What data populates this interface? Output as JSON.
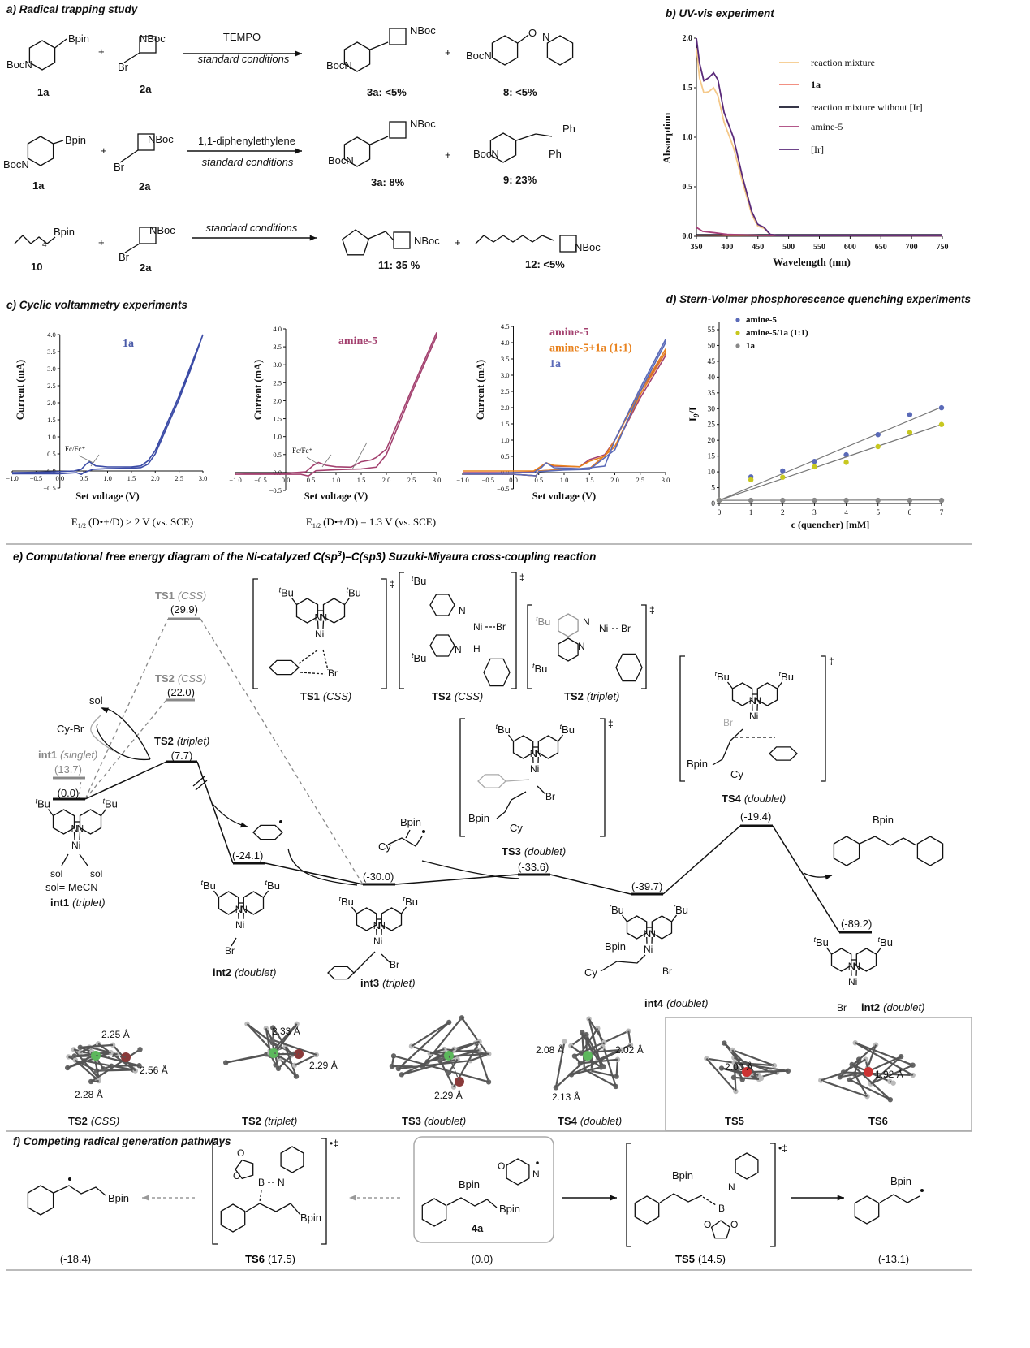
{
  "common": {
    "t": "t",
    "bu": "Bu",
    "n": "N",
    "ni": "Ni",
    "br": "Br",
    "bpin": "Bpin",
    "cy": "Cy",
    "plus": "+",
    "dagger": "‡",
    "rad_dagger": "•‡",
    "o": "O",
    "b": "B",
    "h": "H"
  },
  "a": {
    "title": "a) Radical trapping study",
    "rows": [
      {
        "sm1": "1a",
        "sm2": "2a",
        "reagent": "TEMPO",
        "conditions": "standard conditions",
        "p1": "3a: <5%",
        "p2": "8: <5%"
      },
      {
        "sm1": "1a",
        "sm2": "2a",
        "reagent": "1,1-diphenylethylene",
        "conditions": "standard conditions",
        "p1": "3a: 8%",
        "p2": "9: 23%"
      },
      {
        "sm1": "10",
        "sm2": "2a",
        "conditions": "standard conditions",
        "p1": "11: 35 %",
        "p2": "12: <5%"
      }
    ],
    "atoms": {
      "bocn": "BocN",
      "nboc": "NBoc",
      "bpin": "Bpin",
      "br": "Br",
      "o": "O",
      "n": "N",
      "ph": "Ph",
      "chain_n": "4"
    }
  },
  "b": {
    "title": "b) UV-vis experiment"
  },
  "c": {
    "title": "c) Cyclic voltammetry experiments",
    "fc_label": "Fc/Fc⁺",
    "e1": {
      "e": "E",
      "sub": "1/2",
      "rest": "(D•+/D) > 2 V (vs. SCE)"
    },
    "e2": {
      "e": "E",
      "sub": "1/2",
      "rest": "(D•+/D) = 1.3 V (vs. SCE)"
    }
  },
  "d": {
    "title": "d) Stern-Volmer phosphorescence quenching experiments"
  },
  "e": {
    "title_a": "e) Computational free energy diagram of the Ni-catalyzed C(sp",
    "title_sup": "3",
    "title_b": ")–C(sp3) Suzuki-Miyaura cross-coupling reaction",
    "levels": {
      "int1s": {
        "name": "int1",
        "state": "(singlet)",
        "value": "(13.7)"
      },
      "int1t": {
        "value": "(0.0)"
      },
      "ts1": {
        "name": "TS1",
        "state": "(CSS)",
        "value": "(29.9)"
      },
      "ts2css": {
        "name": "TS2",
        "state": "(CSS)",
        "value": "(22.0)"
      },
      "ts2t": {
        "name": "TS2",
        "state": "(triplet)",
        "value": "(7.7)"
      },
      "int2": {
        "value": "(-24.1)"
      },
      "int3": {
        "value": "(-30.0)"
      },
      "ts3": {
        "value": "(-33.6)"
      },
      "int4": {
        "value": "(-39.7)"
      },
      "ts4": {
        "value": "(-19.4)"
      },
      "int2b": {
        "value": "(-89.2)"
      }
    },
    "labels": {
      "sol": "sol",
      "cybr": "Cy-Br",
      "solvent": "sol= MeCN"
    },
    "structures": {
      "int1": {
        "name": "int1",
        "state": "(triplet)"
      },
      "int2": {
        "name": "int2",
        "state": "(doublet)"
      },
      "int3": {
        "name": "int3",
        "state": "(triplet)"
      },
      "int4": {
        "name": "int4",
        "state": "(doublet)"
      },
      "int2b": {
        "name": "int2",
        "state": "(doublet)"
      },
      "ts1": {
        "name": "TS1",
        "state": "(CSS)"
      },
      "ts2css": {
        "name": "TS2",
        "state": "(CSS)"
      },
      "ts2t": {
        "name": "TS2",
        "state": "(triplet)"
      },
      "ts3": {
        "name": "TS3",
        "state": "(doublet)"
      },
      "ts4": {
        "name": "TS4",
        "state": "(doublet)"
      }
    },
    "models": [
      {
        "name": "TS2",
        "state": "(CSS)",
        "distances": [
          "2.25 Å",
          "2.56 Å",
          "2.28 Å"
        ]
      },
      {
        "name": "TS2",
        "state": "(triplet)",
        "distances": [
          "2.33 Å",
          "2.29 Å"
        ]
      },
      {
        "name": "TS3",
        "state": "(doublet)",
        "distances": [
          "2.29 Å"
        ]
      },
      {
        "name": "TS4",
        "state": "(doublet)",
        "distances": [
          "2.08 Å",
          "2.02 Å",
          "2.13 Å"
        ]
      },
      {
        "name": "TS5",
        "state": "",
        "distances": [
          "2.00 Å"
        ]
      },
      {
        "name": "TS6",
        "state": "",
        "distances": [
          "1.92 Å"
        ]
      }
    ]
  },
  "f": {
    "title": "f) Competing radical generation pathways",
    "items": {
      "left": {
        "value": "(-18.4)"
      },
      "ts6": {
        "name": "TS6",
        "value": "(17.5)"
      },
      "sm": {
        "name": "4a",
        "value": "(0.0)"
      },
      "ts5": {
        "name": "TS5",
        "value": "(14.5)"
      },
      "right": {
        "value": "(-13.1)"
      }
    }
  },
  "chart_data": [
    {
      "id": "uv-vis",
      "type": "line",
      "title": "b) UV-vis experiment",
      "xlabel": "Wavelength (nm)",
      "ylabel": "Absorption",
      "xlim": [
        350,
        750
      ],
      "ylim": [
        0,
        2.0
      ],
      "xticks": [
        350,
        400,
        450,
        500,
        550,
        600,
        650,
        700,
        750
      ],
      "xtick_labels": [
        "350",
        "400",
        "450",
        "500",
        "550",
        "600",
        "650",
        "700",
        "750"
      ],
      "yticks": [
        0,
        0.5,
        1.0,
        1.5,
        2.0
      ],
      "ytick_labels": [
        "0.0",
        "0.5",
        "1.0",
        "1.5",
        "2.0"
      ],
      "grid": false,
      "legend": "top-right",
      "series": [
        {
          "name": "reaction mixture",
          "color": "#f5c98a",
          "x": [
            350,
            355,
            362,
            370,
            378,
            385,
            395,
            410,
            425,
            440,
            450,
            460,
            470,
            480,
            750
          ],
          "y": [
            1.9,
            1.6,
            1.45,
            1.46,
            1.5,
            1.42,
            1.15,
            0.9,
            0.55,
            0.22,
            0.1,
            0.08,
            0.02,
            0.01,
            0.01
          ]
        },
        {
          "name": "1a",
          "color": "#f08070",
          "x": [
            350,
            400,
            500,
            750
          ],
          "y": [
            0.012,
            0.01,
            0.01,
            0.01
          ]
        },
        {
          "name": "reaction mixture without [Ir]",
          "color": "#1a1a2e",
          "x": [
            350,
            450,
            550,
            750
          ],
          "y": [
            0.015,
            0.015,
            0.015,
            0.015
          ]
        },
        {
          "name": "amine-5",
          "color": "#a8407a",
          "x": [
            350,
            360,
            380,
            400,
            450,
            500,
            750
          ],
          "y": [
            0.09,
            0.05,
            0.035,
            0.02,
            0.01,
            0.008,
            0.005
          ]
        },
        {
          "name": "[Ir]",
          "color": "#5a2a7a",
          "x": [
            350,
            355,
            362,
            370,
            378,
            385,
            395,
            410,
            425,
            440,
            450,
            460,
            470,
            480,
            750
          ],
          "y": [
            2.0,
            1.75,
            1.57,
            1.6,
            1.65,
            1.58,
            1.25,
            1.0,
            0.6,
            0.25,
            0.12,
            0.09,
            0.02,
            0.01,
            0.01
          ]
        }
      ]
    },
    {
      "id": "cv-1a",
      "type": "line",
      "title": "1a",
      "title_color": "#4a5aa8",
      "xlabel": "Set voltage (V)",
      "ylabel": "Current (mA)",
      "xlim": [
        -1.0,
        3.0
      ],
      "ylim": [
        -0.5,
        4.0
      ],
      "xticks": [
        -1,
        -0.5,
        0,
        0.5,
        1,
        1.5,
        2,
        2.5,
        3
      ],
      "xtick_labels": [
        "−1.0",
        "−0.5",
        "0.0",
        "0.5",
        "1.0",
        "1.5",
        "2.0",
        "2.5",
        "3.0"
      ],
      "yticks": [
        -0.5,
        0,
        0.5,
        1,
        1.5,
        2,
        2.5,
        3,
        3.5,
        4
      ],
      "ytick_labels": [
        "−0.5",
        "0.0",
        "0.5",
        "1.0",
        "1.5",
        "2.0",
        "2.5",
        "3.0",
        "3.5",
        "4.0"
      ],
      "grid": false,
      "legend": "none",
      "series": [
        {
          "name": "1a",
          "color": "#3b4ba6",
          "x": [
            -1,
            -0.5,
            0,
            0.3,
            0.45,
            0.55,
            0.62,
            0.75,
            1.0,
            1.5,
            1.7,
            1.85,
            2.0,
            2.25,
            2.5,
            2.75,
            3.0,
            2.75,
            2.5,
            2.25,
            2.0,
            1.85,
            1.7,
            1.5,
            1.0,
            0.7,
            0.5,
            0.45,
            0.35,
            0,
            -0.5,
            -1
          ],
          "y": [
            -0.05,
            -0.04,
            -0.02,
            0,
            0.05,
            0.2,
            0.27,
            0.15,
            0.12,
            0.12,
            0.15,
            0.3,
            0.6,
            1.4,
            2.2,
            3.1,
            4.0,
            3.0,
            2.1,
            1.3,
            0.5,
            0.2,
            0.1,
            0.08,
            0.07,
            0.05,
            -0.05,
            -0.1,
            -0.05,
            -0.08,
            -0.08,
            -0.08
          ]
        }
      ]
    },
    {
      "id": "cv-amine-5",
      "type": "line",
      "title": "amine-5",
      "title_color": "#a3416f",
      "xlabel": "Set voltage (V)",
      "ylabel": "Current (mA)",
      "xlim": [
        -1.0,
        3.0
      ],
      "ylim": [
        -0.5,
        4.0
      ],
      "xticks": [
        -1,
        -0.5,
        0,
        0.5,
        1,
        1.5,
        2,
        2.5,
        3
      ],
      "xtick_labels": [
        "−1.0",
        "−0.5",
        "0.0",
        "0.5",
        "1.0",
        "1.5",
        "2.0",
        "2.5",
        "3.0"
      ],
      "yticks": [
        -0.5,
        0,
        0.5,
        1,
        1.5,
        2,
        2.5,
        3,
        3.5,
        4
      ],
      "ytick_labels": [
        "−0.5",
        "0.0",
        "0.5",
        "1.0",
        "1.5",
        "2.0",
        "2.5",
        "3.0",
        "3.5",
        "4.0"
      ],
      "grid": false,
      "legend": "none",
      "series": [
        {
          "name": "amine-5",
          "color": "#a3416f",
          "x": [
            -1,
            0,
            0.4,
            0.55,
            0.65,
            0.8,
            1.0,
            1.3,
            1.5,
            1.7,
            1.8,
            2.0,
            2.5,
            3.0,
            3.0,
            2.5,
            2.0,
            1.8,
            1.5,
            1.0,
            0.6,
            0.45,
            0.3,
            0,
            -1
          ],
          "y": [
            -0.05,
            -0.02,
            0.02,
            0.2,
            0.28,
            0.2,
            0.16,
            0.15,
            0.3,
            0.35,
            0.42,
            0.65,
            2.3,
            3.9,
            3.8,
            2.2,
            0.5,
            0.15,
            0.1,
            0.08,
            0.05,
            -0.1,
            -0.05,
            -0.05,
            -0.05
          ]
        }
      ]
    },
    {
      "id": "cv-combined",
      "type": "line",
      "xlabel": "Set voltage (V)",
      "ylabel": "Current (mA)",
      "xlim": [
        -1.0,
        3.0
      ],
      "ylim": [
        -0.5,
        4.5
      ],
      "xticks": [
        -1,
        -0.5,
        0,
        0.5,
        1,
        1.5,
        2,
        2.5,
        3
      ],
      "xtick_labels": [
        "−1.0",
        "−0.5",
        "0.0",
        "0.5",
        "1.0",
        "1.5",
        "2.0",
        "2.5",
        "3.0"
      ],
      "yticks": [
        -0.5,
        0,
        0.5,
        1,
        1.5,
        2,
        2.5,
        3,
        3.5,
        4,
        4.5
      ],
      "ytick_labels": [
        "−0.5",
        "0.0",
        "0.5",
        "1.0",
        "1.5",
        "2.0",
        "2.5",
        "3.0",
        "3.5",
        "4.0",
        "4.5"
      ],
      "grid": false,
      "legend": "top-left",
      "series": [
        {
          "name": "amine-5",
          "color": "#a3416f",
          "x": [
            -1,
            0,
            0.4,
            0.55,
            0.65,
            0.8,
            1.3,
            1.5,
            1.8,
            2.0,
            2.5,
            3.0,
            3.0,
            2.5,
            2.0,
            1.5,
            1.0,
            0.5,
            0.45,
            0,
            -1
          ],
          "y": [
            0,
            0,
            0.02,
            0.2,
            0.3,
            0.2,
            0.18,
            0.4,
            0.55,
            1.0,
            2.5,
            3.7,
            3.6,
            2.3,
            0.8,
            0.12,
            0.1,
            0.05,
            -0.1,
            -0.05,
            -0.05
          ]
        },
        {
          "name": "amine-5+1a (1:1)",
          "color": "#e8821e",
          "x": [
            -1,
            0,
            0.4,
            0.55,
            0.65,
            0.8,
            1.3,
            1.5,
            1.8,
            2.0,
            2.5,
            3.0,
            3.0,
            2.5,
            2.0,
            1.5,
            1.0,
            0.5,
            0.45,
            0,
            -1
          ],
          "y": [
            0.05,
            0.05,
            0.05,
            0.2,
            0.3,
            0.22,
            0.18,
            0.35,
            0.5,
            1.0,
            2.5,
            3.8,
            3.7,
            2.4,
            0.8,
            0.12,
            0.1,
            0.05,
            -0.1,
            -0.05,
            -0.05
          ]
        },
        {
          "name": "1a",
          "color": "#5a6ab8",
          "x": [
            -1,
            0,
            0.4,
            0.55,
            0.65,
            0.8,
            1.3,
            1.5,
            1.8,
            2.0,
            2.5,
            3.0,
            3.0,
            2.5,
            2.0,
            1.5,
            1.0,
            0.5,
            0.45,
            0,
            -1
          ],
          "y": [
            -0.05,
            0,
            0,
            0.15,
            0.3,
            0.15,
            0.12,
            0.15,
            0.2,
            1.0,
            2.6,
            4.1,
            4.0,
            2.5,
            0.7,
            0.1,
            0.08,
            0.03,
            -0.1,
            -0.05,
            -0.05
          ]
        }
      ]
    },
    {
      "id": "stern-volmer",
      "type": "scatter",
      "title": "d) Stern-Volmer phosphorescence quenching experiments",
      "xlabel": "c (quencher) [mM]",
      "ylabel_main": "I",
      "ylabel_sub": "0",
      "ylabel_rest": "/I",
      "xlim": [
        0,
        7
      ],
      "ylim": [
        0,
        55
      ],
      "xticks": [
        0,
        1,
        2,
        3,
        4,
        5,
        6,
        7
      ],
      "xtick_labels": [
        "0",
        "1",
        "2",
        "3",
        "4",
        "5",
        "6",
        "7"
      ],
      "yticks": [
        0,
        5,
        10,
        15,
        20,
        25,
        30,
        35,
        40,
        45,
        50,
        55
      ],
      "ytick_labels": [
        "0",
        "5",
        "10",
        "15",
        "20",
        "25",
        "30",
        "35",
        "40",
        "45",
        "50",
        "55"
      ],
      "grid": false,
      "legend": "top-left",
      "series": [
        {
          "name": "amine-5",
          "color": "#5a6ab8",
          "x": [
            0,
            1,
            2,
            3,
            4,
            5,
            6,
            7
          ],
          "y": [
            1,
            8.4,
            10.3,
            13.3,
            15.4,
            21.8,
            28.1,
            30.3
          ],
          "fit": [
            [
              0,
              1
            ],
            [
              7,
              30.5
            ]
          ]
        },
        {
          "name": "amine-5/1a (1:1)",
          "color": "#c8c820",
          "x": [
            0,
            1,
            2,
            3,
            4,
            5,
            6,
            7
          ],
          "y": [
            1,
            7.5,
            8.3,
            11.6,
            13,
            18,
            22.5,
            25
          ],
          "fit": [
            [
              0,
              1
            ],
            [
              7,
              25
            ]
          ]
        },
        {
          "name": "1a",
          "color": "#888888",
          "x": [
            0,
            1,
            2,
            3,
            4,
            5,
            6,
            7
          ],
          "y": [
            1,
            1,
            1,
            1,
            1,
            1,
            1,
            1
          ],
          "fit": [
            [
              0,
              1
            ],
            [
              7,
              1.1
            ]
          ]
        }
      ]
    }
  ]
}
